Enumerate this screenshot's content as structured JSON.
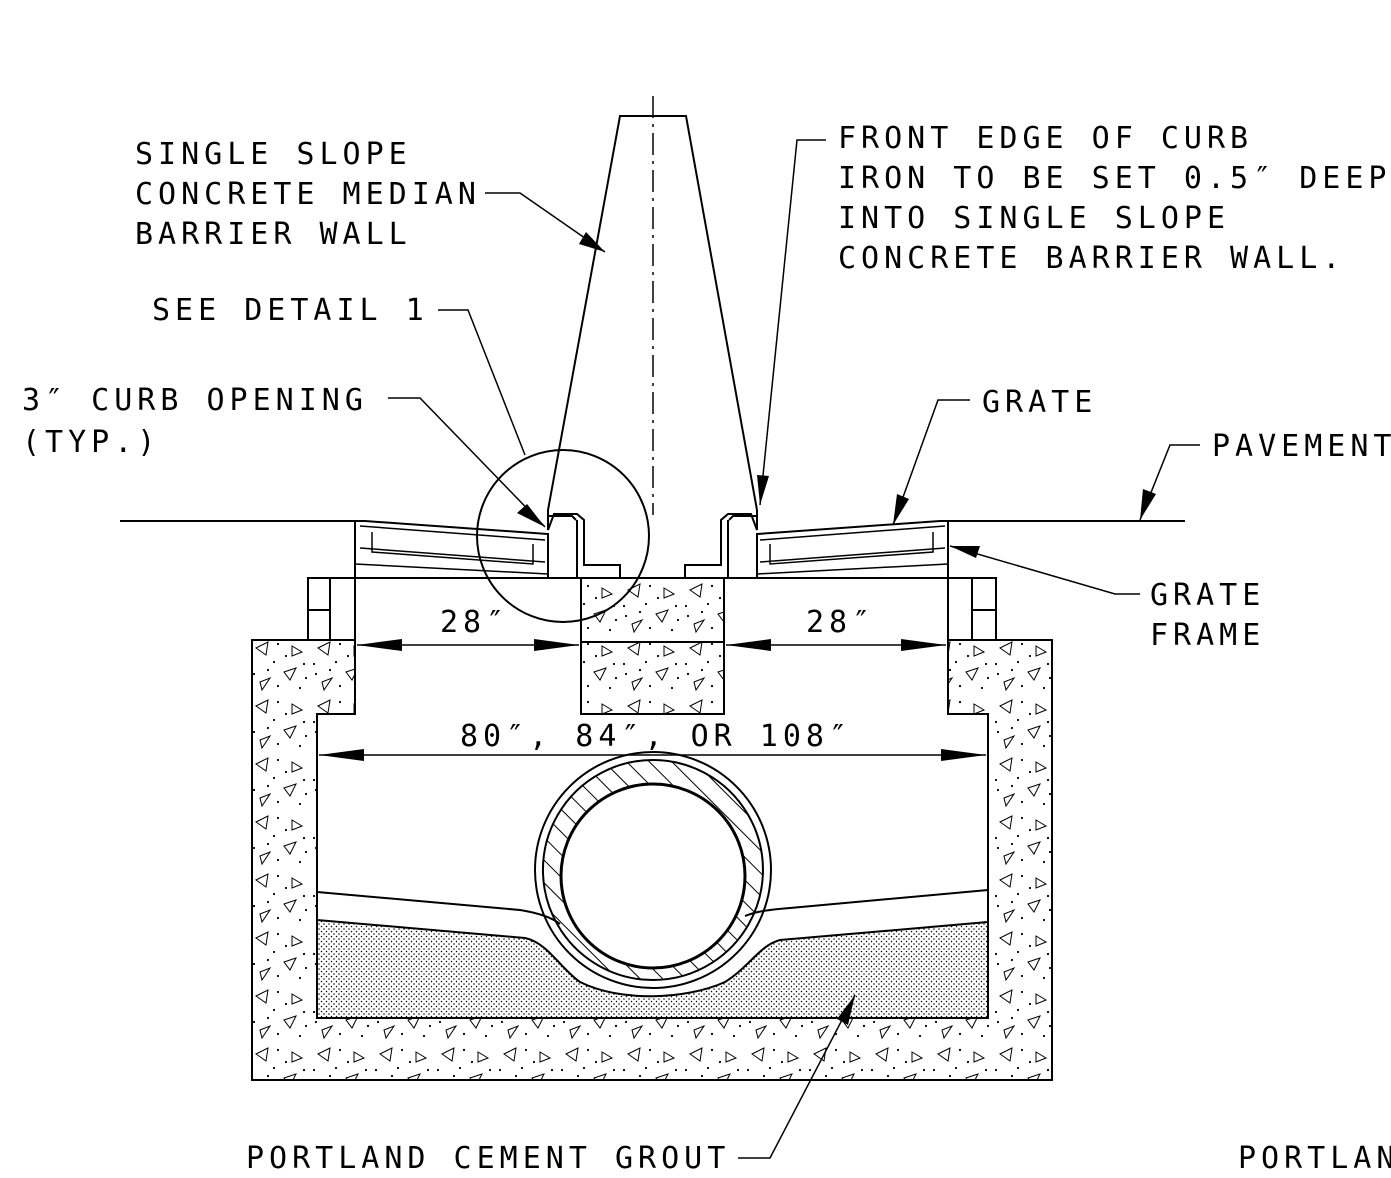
{
  "labels": {
    "barrier_1": "SINGLE SLOPE",
    "barrier_2": "CONCRETE MEDIAN",
    "barrier_3": "BARRIER WALL",
    "detail": "SEE DETAIL 1",
    "curb_opening_1": "3″ CURB OPENING",
    "curb_opening_2": "(TYP.)",
    "curb_iron_1": "FRONT EDGE OF CURB",
    "curb_iron_2": "IRON TO BE SET 0.5″ DEEP",
    "curb_iron_3": "INTO SINGLE SLOPE",
    "curb_iron_4": "CONCRETE BARRIER WALL.",
    "grate": "GRATE",
    "pavement": "PAVEMENT",
    "grate_frame_1": "GRATE",
    "grate_frame_2": "FRAME",
    "grout": "PORTLAND CEMENT GROUT",
    "cut_off": "PORTLAN"
  },
  "dimensions": {
    "left_clear": "28″",
    "right_clear": "28″",
    "inside_width": "80″, 84″, OR 108″"
  }
}
